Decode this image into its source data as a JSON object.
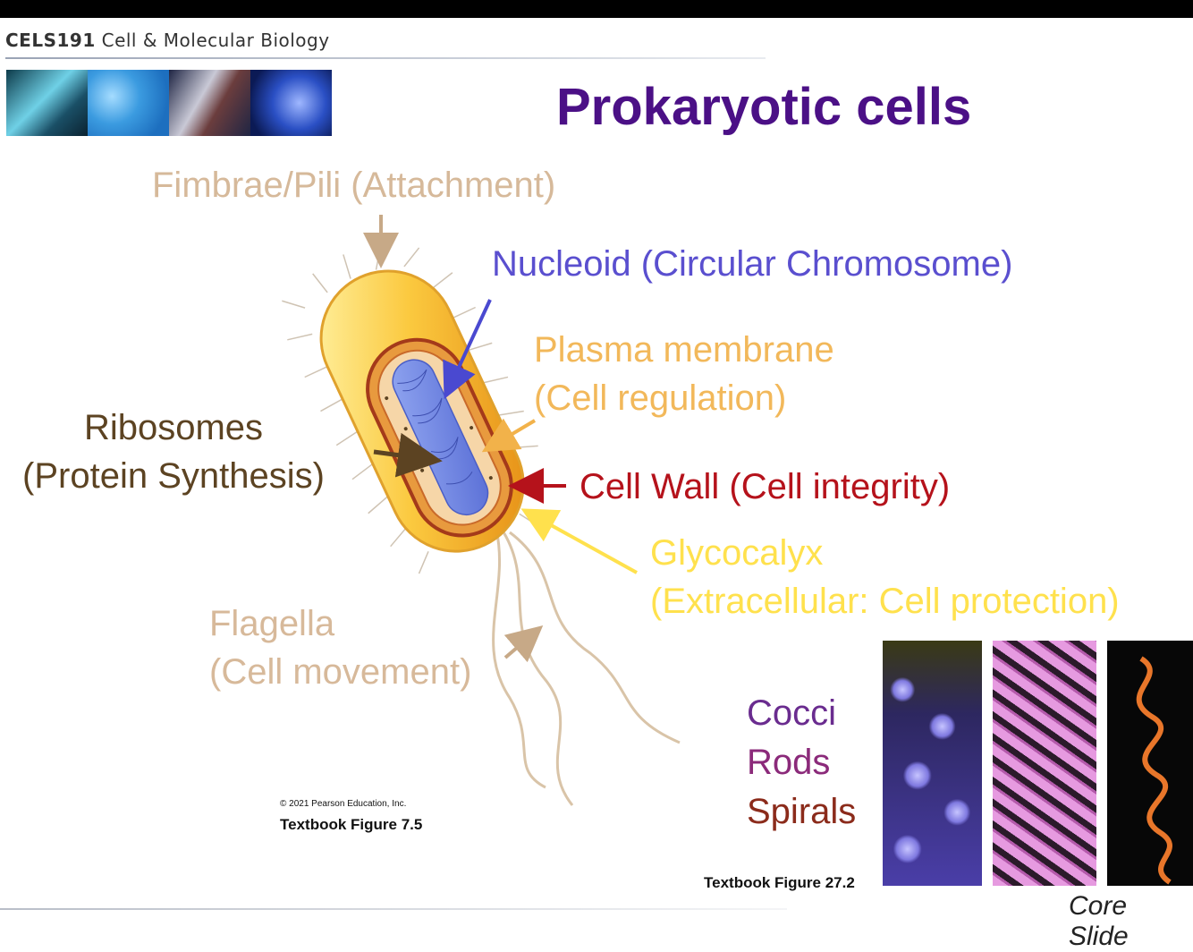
{
  "header": {
    "course_code": "CELS191",
    "course_name": "Cell & Molecular Biology"
  },
  "banner": {
    "tiles": [
      "microscope-photo",
      "cells-photo",
      "dna-photo",
      "bacteria-photo"
    ]
  },
  "title": "Prokaryotic cells",
  "labels": {
    "fimbrae": "Fimbrae/Pili (Attachment)",
    "nucleoid": "Nucleoid (Circular Chromosome)",
    "plasma_line1": "Plasma membrane",
    "plasma_line2": "(Cell regulation)",
    "ribosomes_line1": "Ribosomes",
    "ribosomes_line2": "(Protein Synthesis)",
    "cell_wall": "Cell Wall (Cell integrity)",
    "glycocalyx_line1": "Glycocalyx",
    "glycocalyx_line2": "(Extracellular: Cell protection)",
    "flagella_line1": "Flagella",
    "flagella_line2": "(Cell movement)"
  },
  "credits": {
    "copyright": "© 2021 Pearson Education, Inc.",
    "figure_left": "Textbook Figure 7.5",
    "figure_right": "Textbook Figure 27.2"
  },
  "shapes": {
    "cocci": "Cocci",
    "rods": "Rods",
    "spirals": "Spirals"
  },
  "footer": {
    "core_slide": "Core Slide"
  },
  "colors": {
    "title": "#4b1086",
    "fimbrae": "#d6b99a",
    "nucleoid": "#5a4fcf",
    "plasma": "#f2b85a",
    "ribosomes": "#5c4322",
    "cell_wall": "#b5121b",
    "glycocalyx": "#ffe14d",
    "flagella": "#d7b99a"
  }
}
